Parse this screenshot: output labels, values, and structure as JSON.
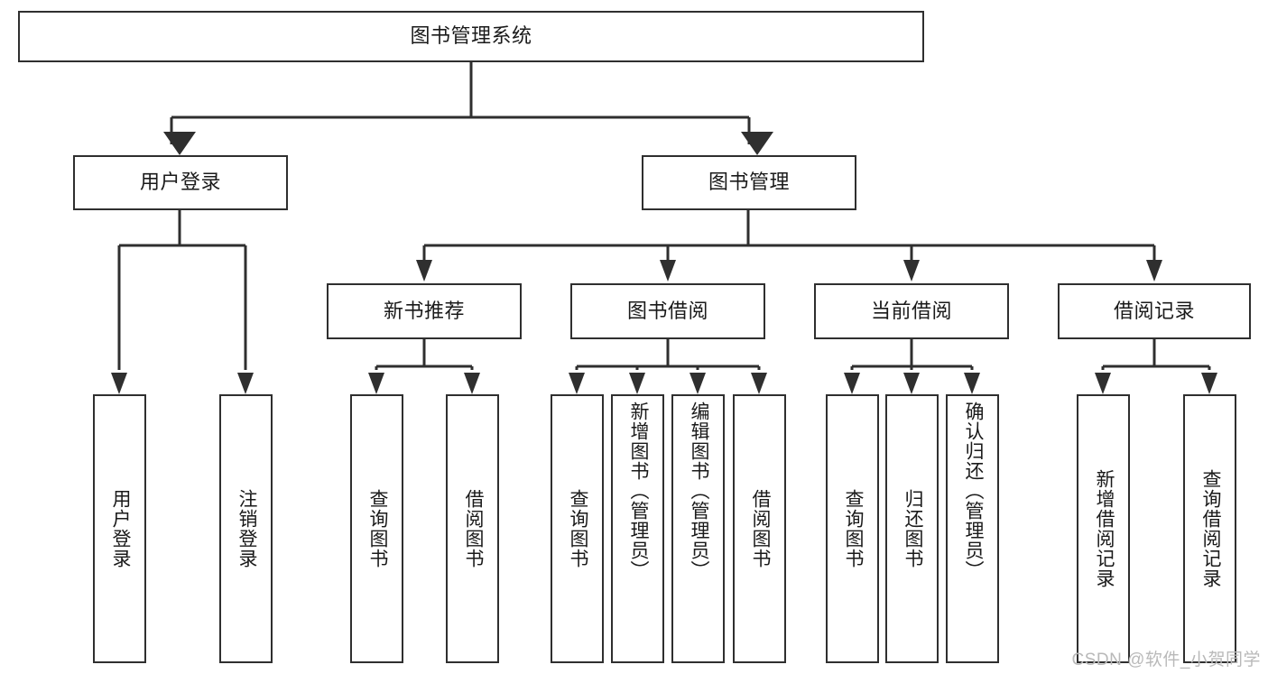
{
  "diagram": {
    "type": "tree-hierarchy-flowchart",
    "orientation": "top-down",
    "root": {
      "id": "root",
      "label": "图书管理系统"
    },
    "level2": [
      {
        "id": "user-login",
        "label": "用户登录"
      },
      {
        "id": "book-management",
        "label": "图书管理"
      }
    ],
    "level3": [
      {
        "id": "new-book-recommend",
        "label": "新书推荐",
        "parent": "book-management"
      },
      {
        "id": "book-borrow",
        "label": "图书借阅",
        "parent": "book-management"
      },
      {
        "id": "current-borrow",
        "label": "当前借阅",
        "parent": "book-management"
      },
      {
        "id": "borrow-record",
        "label": "借阅记录",
        "parent": "book-management"
      }
    ],
    "leaves": [
      {
        "id": "leaf-user-login",
        "label": "用户登录",
        "parent": "user-login"
      },
      {
        "id": "leaf-logout-login",
        "label": "注销登录",
        "parent": "user-login"
      },
      {
        "id": "leaf-query-book-1",
        "label": "查询图书",
        "parent": "new-book-recommend"
      },
      {
        "id": "leaf-borrow-book-1",
        "label": "借阅图书",
        "parent": "new-book-recommend"
      },
      {
        "id": "leaf-query-book-2",
        "label": "查询图书",
        "parent": "book-borrow"
      },
      {
        "id": "leaf-add-book",
        "label": "新增图书（管理员）",
        "parent": "book-borrow"
      },
      {
        "id": "leaf-edit-book",
        "label": "编辑图书（管理员）",
        "parent": "book-borrow"
      },
      {
        "id": "leaf-borrow-book-2",
        "label": "借阅图书",
        "parent": "book-borrow"
      },
      {
        "id": "leaf-query-book-3",
        "label": "查询图书",
        "parent": "current-borrow"
      },
      {
        "id": "leaf-return-book",
        "label": "归还图书",
        "parent": "current-borrow"
      },
      {
        "id": "leaf-confirm-return",
        "label": "确认归还（管理员）",
        "parent": "current-borrow"
      },
      {
        "id": "leaf-add-borrow-record",
        "label": "新增借阅记录",
        "parent": "borrow-record"
      },
      {
        "id": "leaf-query-borrow-record",
        "label": "查询借阅记录",
        "parent": "borrow-record"
      }
    ],
    "colors": {
      "background": "#ffffff",
      "box_fill": "#ffffff",
      "box_stroke": "#2f2f2f",
      "connector": "#2f2f2f",
      "text": "#1a1a1a",
      "watermark": "#b9b9b9"
    }
  },
  "watermark": {
    "text": "CSDN @软件_小贺同学"
  }
}
